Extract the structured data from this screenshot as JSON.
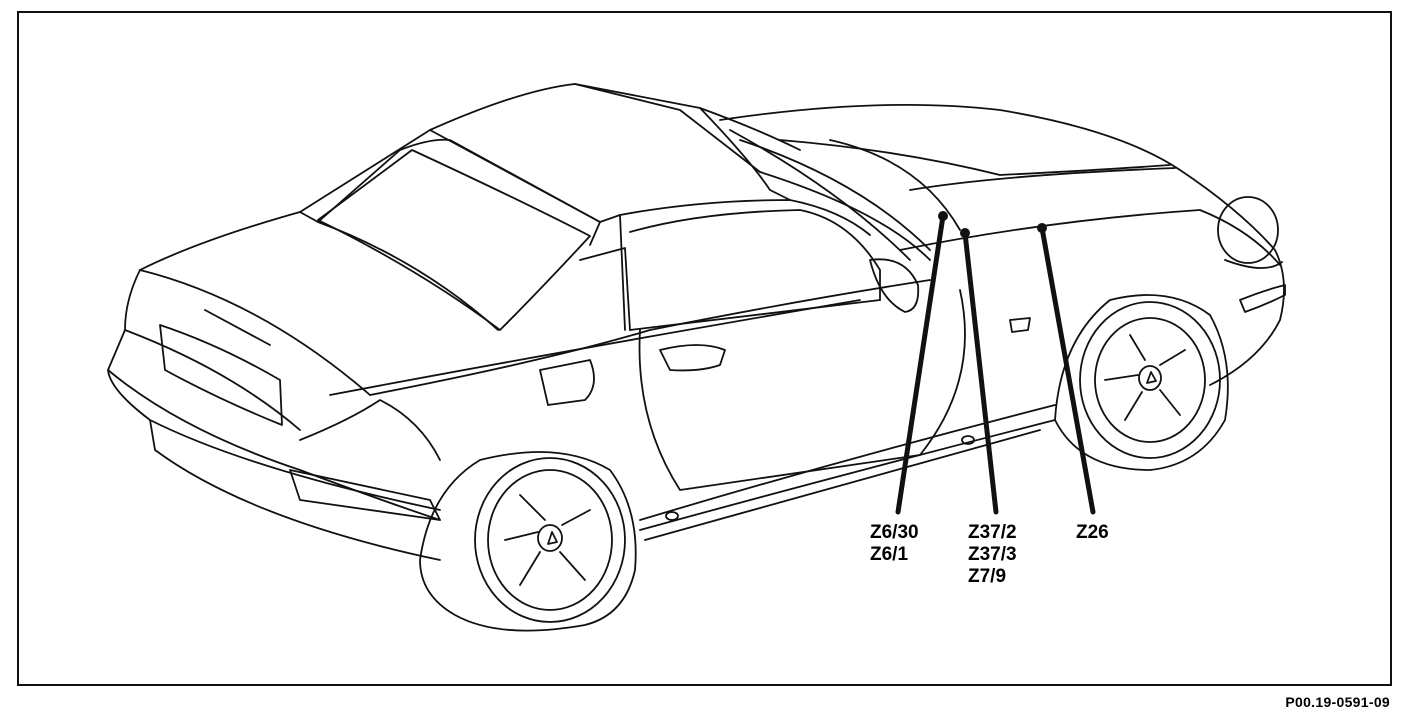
{
  "diagram": {
    "subject": "",
    "callouts": [
      {
        "id": "group-left",
        "labels": [
          "Z6/30",
          "Z6/1"
        ]
      },
      {
        "id": "group-middle",
        "labels": [
          "Z37/2",
          "Z37/3",
          "Z7/9"
        ]
      },
      {
        "id": "group-right",
        "labels": [
          "Z26"
        ]
      }
    ],
    "figure_id": "P00.19-0591-09"
  }
}
